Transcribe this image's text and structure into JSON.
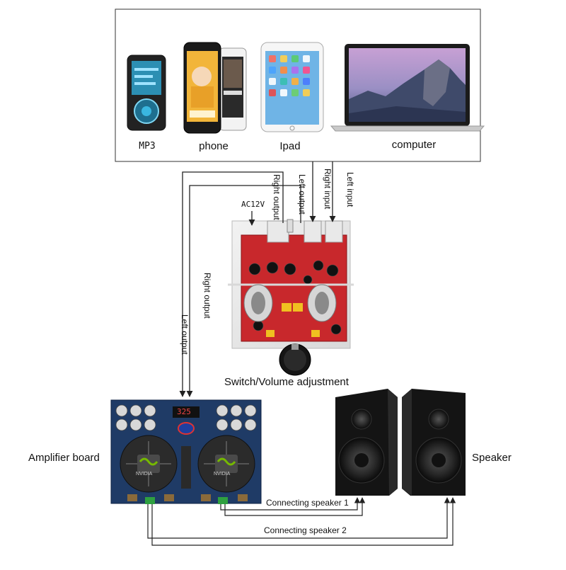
{
  "devices": {
    "mp3": "MP3",
    "phone": "phone",
    "ipad": "Ipad",
    "computer": "computer"
  },
  "signals": {
    "right_output_pre": "Right output",
    "left_output_pre": "Left output",
    "right_input": "Right input",
    "left_input": "Left input",
    "right_output_amp": "Right output",
    "left_output_amp": "Left output",
    "power": "AC12V"
  },
  "components": {
    "preamp_caption": "Switch/Volume adjustment",
    "amplifier_caption": "Amplifier board",
    "speaker_caption": "Speaker",
    "speaker1_link": "Connecting speaker 1",
    "speaker2_link": "Connecting speaker 2",
    "amp_display": "325",
    "chip_brand": "NVIDIA"
  },
  "colors": {
    "line": "#222222",
    "pcb_red": "#c8282c",
    "amp_blue": "#1f3b66",
    "speaker_body": "#141414",
    "screen_sky": "#b890c8"
  }
}
